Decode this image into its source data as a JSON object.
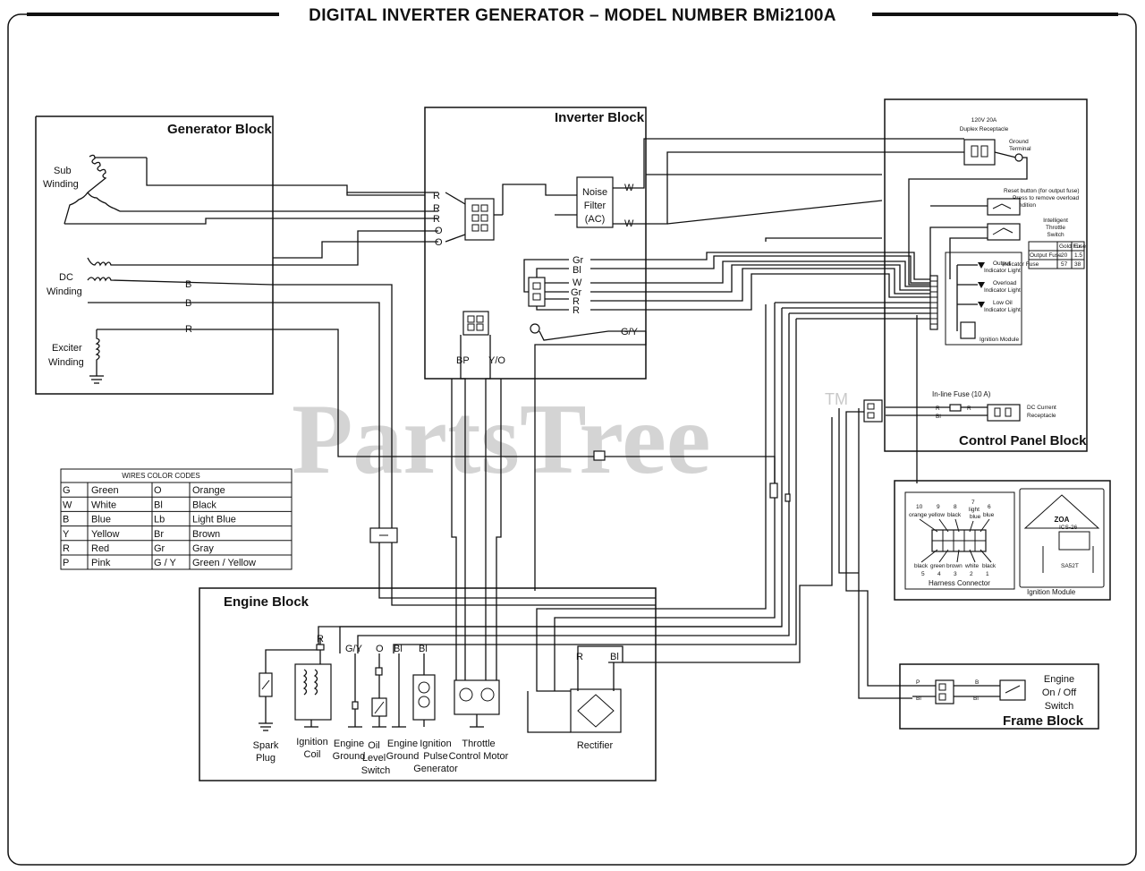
{
  "title": "DIGITAL INVERTER GENERATOR – MODEL NUMBER BMi2100A",
  "blocks": {
    "generator": "Generator Block",
    "inverter": "Inverter Block",
    "control_panel": "Control Panel Block",
    "engine": "Engine Block",
    "frame": "Frame Block"
  },
  "generator": {
    "sub_winding": [
      "Sub",
      "Winding"
    ],
    "dc_winding": [
      "DC",
      "Winding"
    ],
    "exciter_winding": [
      "Exciter",
      "Winding"
    ]
  },
  "inverter": {
    "noise_filter": [
      "Noise",
      "Filter",
      "(AC)"
    ],
    "left_wire_codes": [
      "R",
      "R",
      "R",
      "O",
      "O"
    ],
    "filter_wire_codes": [
      "W",
      "W"
    ],
    "mid_wire_codes": [
      "Gr",
      "Bl",
      "W",
      "Gr",
      "R",
      "R"
    ],
    "bottom_wire_codes": [
      "BP",
      "Y/O",
      "G/Y"
    ]
  },
  "generator_wire_codes": [
    "B",
    "B",
    "R"
  ],
  "control_panel": {
    "duplex": [
      "120V 20A",
      "Duplex Receptacle"
    ],
    "ground_terminal": [
      "Ground",
      "Terminal"
    ],
    "reset_button": [
      "Reset button (for output fuse)",
      "Press to remove overload",
      "condition"
    ],
    "throttle_switch": [
      "Intelligent",
      "Throttle",
      "Switch"
    ],
    "table": {
      "header": [
        "",
        "Gold Fuse",
        "Ex"
      ],
      "rows": [
        [
          "Output Fuse",
          "20",
          "1.5"
        ],
        [
          "Indicator Fuse",
          "57",
          "38"
        ]
      ]
    },
    "indicators": [
      [
        "Output",
        "Indicator Light"
      ],
      [
        "Overload",
        "Indicator Light"
      ],
      [
        "Low Oil",
        "Indicator Light"
      ]
    ],
    "ignition_module": "Ignition Module",
    "inline_fuse": "In-line Fuse (10 A)",
    "dc_receptacle": [
      "DC Current",
      "Receptacle"
    ],
    "fuse_wire_codes": [
      "R",
      "Bl",
      "R"
    ]
  },
  "harness": {
    "top_labels": [
      "10",
      "orange",
      "9",
      "yellow",
      "8",
      "black",
      "7",
      "light",
      "blue",
      "6",
      "blue"
    ],
    "bottom_labels": [
      "black",
      "green",
      "brown",
      "white",
      "black",
      "5",
      "4",
      "3",
      "2",
      "1"
    ],
    "caption": "Harness Connector"
  },
  "ignition_module_box": {
    "logo": "ZOA",
    "codes": [
      "ICS-26",
      "SA52T"
    ],
    "caption": "Ignition Module"
  },
  "legend": {
    "title": "WIRES COLOR CODES",
    "rows": [
      [
        "G",
        "Green",
        "O",
        "Orange"
      ],
      [
        "W",
        "White",
        "Bl",
        "Black"
      ],
      [
        "B",
        "Blue",
        "Lb",
        "Light Blue"
      ],
      [
        "Y",
        "Yellow",
        "Br",
        "Brown"
      ],
      [
        "R",
        "Red",
        "Gr",
        "Gray"
      ],
      [
        "P",
        "Pink",
        "G / Y",
        "Green / Yellow"
      ]
    ]
  },
  "engine": {
    "wire_codes": [
      "R",
      "G/Y",
      "O",
      "Bl",
      "Bl",
      "R",
      "Bl"
    ],
    "components": {
      "spark_plug": [
        "Spark",
        "Plug"
      ],
      "ignition_coil": [
        "Ignition",
        "Coil"
      ],
      "engine_ground_1": [
        "Engine",
        "Ground"
      ],
      "oil_level_switch": [
        "Oil",
        "Level",
        "Switch"
      ],
      "engine_ground_2": [
        "Engine",
        "Ground"
      ],
      "ignition_pulse_generator": [
        "Ignition",
        "Pulse",
        "Generator"
      ],
      "throttle_control_motor": [
        "Throttle",
        "Control Motor"
      ],
      "rectifier": "Rectifier"
    }
  },
  "frame": {
    "switch_label": [
      "Engine",
      "On / Off",
      "Switch"
    ],
    "wire_codes": [
      "P",
      "Bl",
      "B",
      "Bl"
    ]
  },
  "watermark": {
    "text": "PartsTree",
    "tm": "TM"
  }
}
